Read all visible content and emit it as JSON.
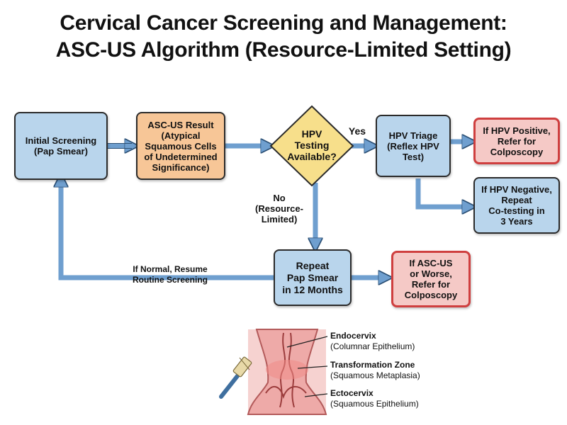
{
  "title": {
    "line1": "Cervical Cancer Screening and Management:",
    "line2": "ASC-US Algorithm (Resource-Limited Setting)"
  },
  "nodes": {
    "initial": "Initial Screening\n(Pap Smear)",
    "ascus": "ASC-US Result\n(Atypical\nSquamous Cells\nof Undetermined\nSignificance)",
    "decision": "HPV\nTesting\nAvailable?",
    "triage": "HPV Triage\n(Reflex HPV\nTest)",
    "positive": "If HPV Positive,\nRefer for\nColposcopy",
    "negative": "If HPV Negative,\nRepeat\nCo-testing in\n3 Years",
    "repeat": "Repeat\nPap Smear\nin 12 Months",
    "worse": "If ASC-US\nor Worse,\nRefer for\nColposcopy"
  },
  "edge_labels": {
    "yes": "Yes",
    "no": "No\n(Resource-\nLimited)",
    "normal": "If Normal, Resume\nRoutine Screening"
  },
  "anatomy": {
    "endo_title": "Endocervix",
    "endo_sub": "(Columnar Epithelium)",
    "tz_title": "Transformation Zone",
    "tz_sub": "(Squamous Metaplasia)",
    "ecto_title": "Ectocervix",
    "ecto_sub": "(Squamous Epithelium)"
  },
  "colors": {
    "arrow": "#6f9fcf",
    "blue_box": "#b9d5ec",
    "orange_box": "#f7c697",
    "red_box": "#f5c9c6",
    "red_border": "#cf3f3f",
    "diamond": "#f7df8b"
  }
}
